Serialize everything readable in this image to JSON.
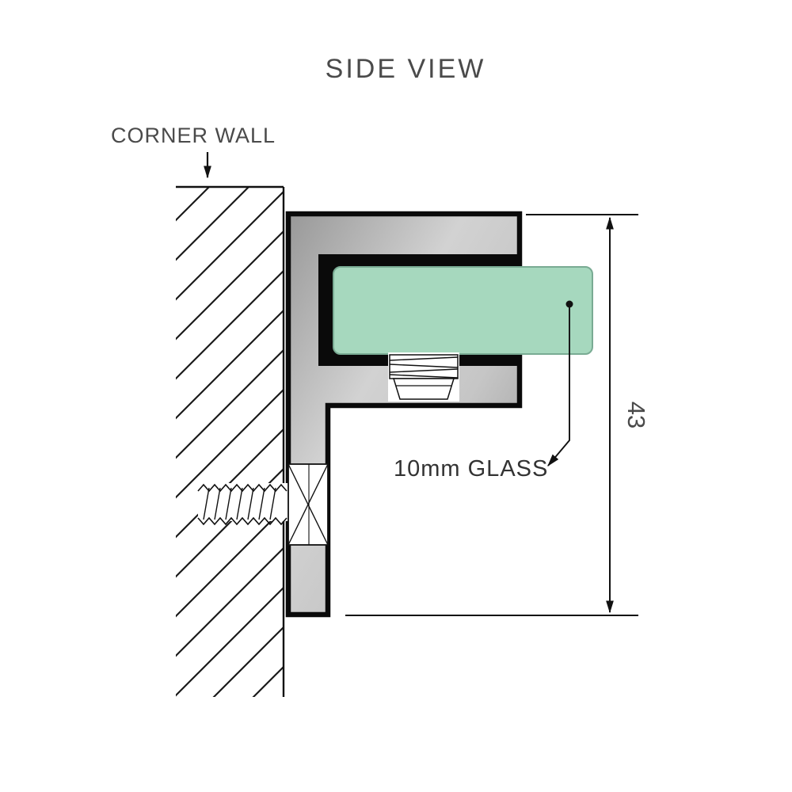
{
  "title": "SIDE VIEW",
  "labels": {
    "corner_wall": "CORNER WALL",
    "glass": "10mm GLASS",
    "dimension_height": "43"
  },
  "colors": {
    "glass": "#a6d8be",
    "text": "#4a4a4a",
    "line": "#111111",
    "metal_light": "#d2d2d2",
    "metal_dark": "#8f8f8f"
  }
}
